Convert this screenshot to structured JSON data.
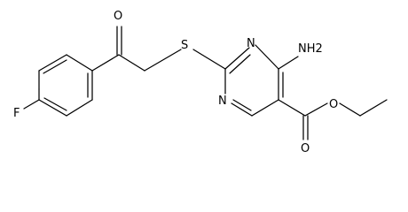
{
  "molecule": {
    "atoms": {
      "fluorine": "F",
      "carbonyl_oxygen": "O",
      "sulfur": "S",
      "ring_nitrogen_top": "N",
      "ring_nitrogen_bottom": "N",
      "amino_group": "NH2",
      "ester_carbonyl_oxygen": "O",
      "ester_ether_oxygen": "O"
    }
  },
  "colors": {
    "bond": "#000000",
    "background": "#ffffff"
  }
}
